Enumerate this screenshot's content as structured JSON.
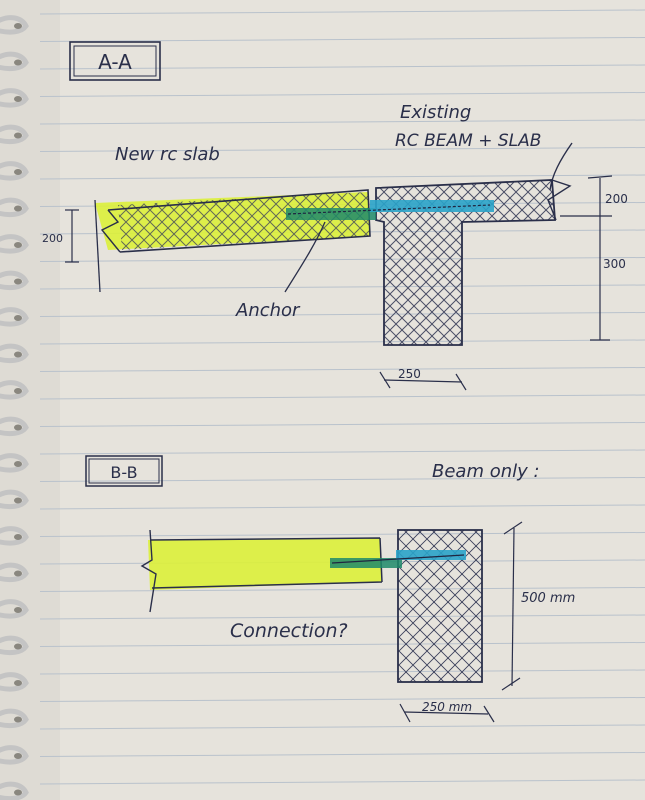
{
  "sections": {
    "aa": {
      "title": "A-A",
      "new_slab_label": "New rc slab",
      "existing_label_line1": "Existing",
      "existing_label_line2": "RC BEAM + SLAB",
      "anchor_label": "Anchor",
      "dim_slab_left": "200",
      "dim_slab_right": "200",
      "dim_beam_depth": "300",
      "dim_beam_width": "250"
    },
    "bb": {
      "title": "B-B",
      "beam_only_label": "Beam only :",
      "connection_label": "Connection?",
      "dim_beam_depth": "500 mm",
      "dim_beam_width": "250 mm"
    }
  },
  "colors": {
    "paper": "#e4e1da",
    "rule_line": "#b9c2cc",
    "ink": "#2a2f4a",
    "highlighter_yellow": "#dcf03a",
    "highlighter_blue": "#2aa3c9",
    "highlighter_green": "#1e8a6a",
    "spiral": "#c9c9c9"
  }
}
